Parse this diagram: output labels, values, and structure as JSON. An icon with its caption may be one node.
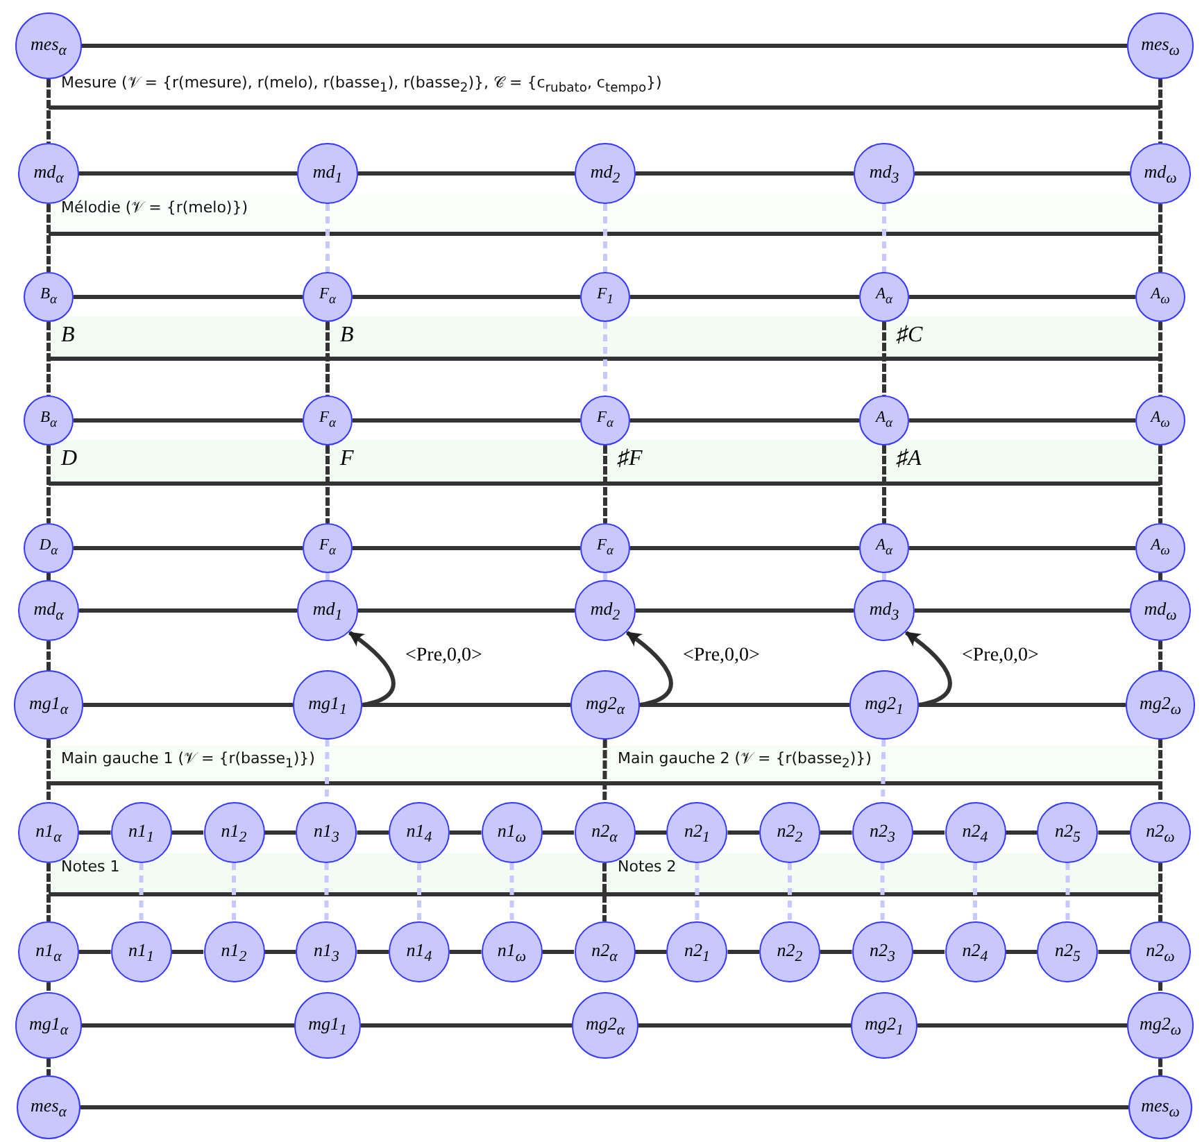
{
  "diagram": {
    "nodes": [
      {
        "text": [
          "mes$_{α}$"
        ]
      },
      {
        "text": [
          "mes$_{ω}$"
        ]
      },
      {
        "text": [
          "Mesure (𝒱 = {r(mesure), r(melo), r(basse$_{1}$), r(basse$_{2}$)}, 𝒞 = {c$_{rubato}$, c$_{tempo}$})"
        ]
      },
      {
        "text": [
          "md$_{α}$"
        ]
      },
      {
        "text": [
          "md$_{1}$"
        ]
      },
      {
        "text": [
          "md$_{2}$"
        ]
      },
      {
        "text": [
          "md$_{3}$"
        ]
      },
      {
        "text": [
          "md$_{ω}$"
        ]
      },
      {
        "text": [
          "Mélodie (𝒱 = {r(melo)})"
        ]
      },
      {
        "text": [
          "B$_{α}$"
        ]
      },
      {
        "text": [
          "F$_{α}$"
        ]
      },
      {
        "text": [
          "F$_{1}$"
        ]
      },
      {
        "text": [
          "A$_{α}$"
        ]
      },
      {
        "text": [
          "A$_{ω}$"
        ]
      },
      {
        "text": [
          "B"
        ]
      },
      {
        "text": [
          "B"
        ]
      },
      {
        "text": [
          "♯C"
        ]
      },
      {
        "text": [
          "B$_{α}$"
        ]
      },
      {
        "text": [
          "F$_{α}$"
        ]
      },
      {
        "text": [
          "F$_{α}$"
        ]
      },
      {
        "text": [
          "A$_{α}$"
        ]
      },
      {
        "text": [
          "A$_{ω}$"
        ]
      },
      {
        "text": [
          "D"
        ]
      },
      {
        "text": [
          "F"
        ]
      },
      {
        "text": [
          "♯F"
        ]
      },
      {
        "text": [
          "♯A"
        ]
      },
      {
        "text": [
          "D$_{α}$"
        ]
      },
      {
        "text": [
          "F$_{α}$"
        ]
      },
      {
        "text": [
          "F$_{α}$"
        ]
      },
      {
        "text": [
          "A$_{α}$"
        ]
      },
      {
        "text": [
          "A$_{ω}$"
        ]
      },
      {
        "text": [
          "md$_{α}$"
        ]
      },
      {
        "text": [
          "md$_{1}$"
        ]
      },
      {
        "text": [
          "md$_{2}$"
        ]
      },
      {
        "text": [
          "md$_{3}$"
        ]
      },
      {
        "text": [
          "md$_{ω}$"
        ]
      },
      {
        "text": [
          "mg1$_{α}$"
        ]
      },
      {
        "text": [
          "mg1$_{1}$"
        ]
      },
      {
        "text": [
          "mg2$_{α}$"
        ]
      },
      {
        "text": [
          "mg2$_{1}$"
        ]
      },
      {
        "text": [
          "mg2$_{ω}$"
        ]
      },
      {
        "text": [
          "Main gauche 1 (𝒱 = {r(basse$_{1}$)})"
        ]
      },
      {
        "text": [
          "Main gauche 2 (𝒱 = {r(basse$_{2}$)})"
        ]
      },
      {
        "text": [
          "n1$_{α}$"
        ]
      },
      {
        "text": [
          "n1$_{1}$"
        ]
      },
      {
        "text": [
          "n1$_{2}$"
        ]
      },
      {
        "text": [
          "n1$_{3}$"
        ]
      },
      {
        "text": [
          "n1$_{4}$"
        ]
      },
      {
        "text": [
          "n1$_{ω}$"
        ]
      },
      {
        "text": [
          "n2$_{α}$"
        ]
      },
      {
        "text": [
          "n2$_{1}$"
        ]
      },
      {
        "text": [
          "n2$_{2}$"
        ]
      },
      {
        "text": [
          "n2$_{3}$"
        ]
      },
      {
        "text": [
          "n2$_{4}$"
        ]
      },
      {
        "text": [
          "n2$_{5}$"
        ]
      },
      {
        "text": [
          "n2$_{ω}$"
        ]
      },
      {
        "text": [
          "Notes 1"
        ]
      },
      {
        "text": [
          "Notes 2"
        ]
      },
      {
        "text": [
          "n1$_{α}$"
        ]
      },
      {
        "text": [
          "n1$_{1}$"
        ]
      },
      {
        "text": [
          "n1$_{2}$"
        ]
      },
      {
        "text": [
          "n1$_{3}$"
        ]
      },
      {
        "text": [
          "n1$_{4}$"
        ]
      },
      {
        "text": [
          "n1$_{ω}$"
        ]
      },
      {
        "text": [
          "n2$_{α}$"
        ]
      },
      {
        "text": [
          "n2$_{1}$"
        ]
      },
      {
        "text": [
          "n2$_{2}$"
        ]
      },
      {
        "text": [
          "n2$_{3}$"
        ]
      },
      {
        "text": [
          "n2$_{4}$"
        ]
      },
      {
        "text": [
          "n2$_{5}$"
        ]
      },
      {
        "text": [
          "n2$_{ω}$"
        ]
      },
      {
        "text": [
          "mg1$_{α}$"
        ]
      },
      {
        "text": [
          "mg1$_{1}$"
        ]
      },
      {
        "text": [
          "mg2$_{α}$"
        ]
      },
      {
        "text": [
          "mg2$_{1}$"
        ]
      },
      {
        "text": [
          "mg2$_{ω}$"
        ]
      },
      {
        "text": [
          "mes$_{α}$"
        ]
      },
      {
        "text": [
          "mes$_{ω}$"
        ]
      }
    ],
    "edges": [
      {
        "from": 0,
        "to": 1,
        "arrow": "none"
      },
      {
        "from": 3,
        "to": 4,
        "arrow": "none"
      },
      {
        "from": 4,
        "to": 5,
        "arrow": "none"
      },
      {
        "from": 5,
        "to": 6,
        "arrow": "none"
      },
      {
        "from": 6,
        "to": 7,
        "arrow": "none"
      },
      {
        "from": 9,
        "to": 10,
        "arrow": "none"
      },
      {
        "from": 10,
        "to": 11,
        "arrow": "none"
      },
      {
        "from": 11,
        "to": 12,
        "arrow": "none"
      },
      {
        "from": 12,
        "to": 13,
        "arrow": "none"
      },
      {
        "from": 17,
        "to": 18,
        "arrow": "none"
      },
      {
        "from": 18,
        "to": 19,
        "arrow": "none"
      },
      {
        "from": 19,
        "to": 20,
        "arrow": "none"
      },
      {
        "from": 20,
        "to": 21,
        "arrow": "none"
      },
      {
        "from": 26,
        "to": 27,
        "arrow": "none"
      },
      {
        "from": 27,
        "to": 28,
        "arrow": "none"
      },
      {
        "from": 28,
        "to": 29,
        "arrow": "none"
      },
      {
        "from": 29,
        "to": 30,
        "arrow": "none"
      },
      {
        "from": 31,
        "to": 32,
        "arrow": "none"
      },
      {
        "from": 32,
        "to": 33,
        "arrow": "none"
      },
      {
        "from": 33,
        "to": 34,
        "arrow": "none"
      },
      {
        "from": 34,
        "to": 35,
        "arrow": "none"
      },
      {
        "from": 36,
        "to": 37,
        "arrow": "none"
      },
      {
        "from": 37,
        "to": 38,
        "arrow": "none"
      },
      {
        "from": 38,
        "to": 39,
        "arrow": "none"
      },
      {
        "from": 39,
        "to": 40,
        "arrow": "none"
      },
      {
        "from": 43,
        "to": 44,
        "arrow": "none"
      },
      {
        "from": 44,
        "to": 45,
        "arrow": "none"
      },
      {
        "from": 45,
        "to": 46,
        "arrow": "none"
      },
      {
        "from": 46,
        "to": 47,
        "arrow": "none"
      },
      {
        "from": 47,
        "to": 48,
        "arrow": "none"
      },
      {
        "from": 48,
        "to": 49,
        "arrow": "none"
      },
      {
        "from": 49,
        "to": 50,
        "arrow": "none"
      },
      {
        "from": 50,
        "to": 51,
        "arrow": "none"
      },
      {
        "from": 51,
        "to": 52,
        "arrow": "none"
      },
      {
        "from": 52,
        "to": 53,
        "arrow": "none"
      },
      {
        "from": 53,
        "to": 54,
        "arrow": "none"
      },
      {
        "from": 54,
        "to": 55,
        "arrow": "none"
      },
      {
        "from": 58,
        "to": 59,
        "arrow": "none"
      },
      {
        "from": 59,
        "to": 60,
        "arrow": "none"
      },
      {
        "from": 60,
        "to": 61,
        "arrow": "none"
      },
      {
        "from": 61,
        "to": 62,
        "arrow": "none"
      },
      {
        "from": 62,
        "to": 63,
        "arrow": "none"
      },
      {
        "from": 63,
        "to": 64,
        "arrow": "none"
      },
      {
        "from": 64,
        "to": 65,
        "arrow": "none"
      },
      {
        "from": 65,
        "to": 66,
        "arrow": "none"
      },
      {
        "from": 66,
        "to": 67,
        "arrow": "none"
      },
      {
        "from": 67,
        "to": 68,
        "arrow": "none"
      },
      {
        "from": 68,
        "to": 69,
        "arrow": "none"
      },
      {
        "from": 69,
        "to": 70,
        "arrow": "none"
      },
      {
        "from": 71,
        "to": 72,
        "arrow": "none"
      },
      {
        "from": 72,
        "to": 73,
        "arrow": "none"
      },
      {
        "from": 73,
        "to": 74,
        "arrow": "none"
      },
      {
        "from": 74,
        "to": 75,
        "arrow": "none"
      },
      {
        "from": 76,
        "to": 77,
        "arrow": "none"
      },
      {
        "from": 37,
        "to": 32,
        "arrow": "to",
        "label": "<Pre,0,0>"
      },
      {
        "from": 38,
        "to": 33,
        "arrow": "to",
        "label": "<Pre,0,0>"
      },
      {
        "from": 39,
        "to": 34,
        "arrow": "to",
        "label": "<Pre,0,0>"
      },
      {
        "from": 0,
        "to": 3,
        "arrow": "none",
        "style": "dashed"
      },
      {
        "from": 3,
        "to": 9,
        "arrow": "none",
        "style": "dashed"
      },
      {
        "from": 9,
        "to": 17,
        "arrow": "none",
        "style": "dashed"
      },
      {
        "from": 17,
        "to": 26,
        "arrow": "none",
        "style": "dashed"
      },
      {
        "from": 26,
        "to": 31,
        "arrow": "none",
        "style": "dashed"
      },
      {
        "from": 31,
        "to": 36,
        "arrow": "none",
        "style": "dashed"
      },
      {
        "from": 36,
        "to": 43,
        "arrow": "none",
        "style": "dashed"
      },
      {
        "from": 43,
        "to": 58,
        "arrow": "none",
        "style": "dashed"
      },
      {
        "from": 58,
        "to": 71,
        "arrow": "none",
        "style": "dashed"
      },
      {
        "from": 71,
        "to": 76,
        "arrow": "none",
        "style": "dashed"
      },
      {
        "from": 1,
        "to": 7,
        "arrow": "none",
        "style": "dashed"
      },
      {
        "from": 7,
        "to": 13,
        "arrow": "none",
        "style": "dashed"
      },
      {
        "from": 13,
        "to": 21,
        "arrow": "none",
        "style": "dashed"
      },
      {
        "from": 21,
        "to": 30,
        "arrow": "none",
        "style": "dashed"
      },
      {
        "from": 30,
        "to": 35,
        "arrow": "none",
        "style": "dashed"
      },
      {
        "from": 35,
        "to": 40,
        "arrow": "none",
        "style": "dashed"
      },
      {
        "from": 40,
        "to": 55,
        "arrow": "none",
        "style": "dashed"
      },
      {
        "from": 55,
        "to": 70,
        "arrow": "none",
        "style": "dashed"
      },
      {
        "from": 70,
        "to": 75,
        "arrow": "none",
        "style": "dashed"
      },
      {
        "from": 75,
        "to": 77,
        "arrow": "none",
        "style": "dashed"
      },
      {
        "from": 10,
        "to": 18,
        "arrow": "none",
        "style": "dashed"
      },
      {
        "from": 18,
        "to": 27,
        "arrow": "none",
        "style": "dashed"
      },
      {
        "from": 12,
        "to": 20,
        "arrow": "none",
        "style": "dashed"
      },
      {
        "from": 20,
        "to": 29,
        "arrow": "none",
        "style": "dashed"
      },
      {
        "from": 19,
        "to": 28,
        "arrow": "none",
        "style": "dashed"
      },
      {
        "from": 38,
        "to": 49,
        "arrow": "none",
        "style": "dashed"
      },
      {
        "from": 49,
        "to": 64,
        "arrow": "none",
        "style": "dashed"
      },
      {
        "from": 4,
        "to": 10,
        "arrow": "none",
        "style": "dashed",
        "color": "#c8c8ff"
      },
      {
        "from": 5,
        "to": 11,
        "arrow": "none",
        "style": "dashed",
        "color": "#c8c8ff"
      },
      {
        "from": 6,
        "to": 12,
        "arrow": "none",
        "style": "dashed",
        "color": "#c8c8ff"
      },
      {
        "from": 11,
        "to": 19,
        "arrow": "none",
        "style": "dashed",
        "color": "#c8c8ff"
      },
      {
        "from": 27,
        "to": 32,
        "arrow": "none",
        "style": "dashed",
        "color": "#c8c8ff"
      },
      {
        "from": 28,
        "to": 33,
        "arrow": "none",
        "style": "dashed",
        "color": "#c8c8ff"
      },
      {
        "from": 29,
        "to": 34,
        "arrow": "none",
        "style": "dashed",
        "color": "#c8c8ff"
      },
      {
        "from": 37,
        "to": 46,
        "arrow": "none",
        "style": "dashed",
        "color": "#c8c8ff"
      },
      {
        "from": 39,
        "to": 52,
        "arrow": "none",
        "style": "dashed",
        "color": "#c8c8ff"
      },
      {
        "from": 44,
        "to": 59,
        "arrow": "none",
        "style": "dashed",
        "color": "#c8c8ff"
      },
      {
        "from": 45,
        "to": 60,
        "arrow": "none",
        "style": "dashed",
        "color": "#c8c8ff"
      },
      {
        "from": 46,
        "to": 61,
        "arrow": "none",
        "style": "dashed",
        "color": "#c8c8ff"
      },
      {
        "from": 47,
        "to": 62,
        "arrow": "none",
        "style": "dashed",
        "color": "#c8c8ff"
      },
      {
        "from": 48,
        "to": 63,
        "arrow": "none",
        "style": "dashed",
        "color": "#c8c8ff"
      },
      {
        "from": 50,
        "to": 65,
        "arrow": "none",
        "style": "dashed",
        "color": "#c8c8ff"
      },
      {
        "from": 51,
        "to": 66,
        "arrow": "none",
        "style": "dashed",
        "color": "#c8c8ff"
      },
      {
        "from": 52,
        "to": 67,
        "arrow": "none",
        "style": "dashed",
        "color": "#c8c8ff"
      },
      {
        "from": 53,
        "to": 68,
        "arrow": "none",
        "style": "dashed",
        "color": "#c8c8ff"
      },
      {
        "from": 54,
        "to": 69,
        "arrow": "none",
        "style": "dashed",
        "color": "#c8c8ff"
      }
    ]
  }
}
